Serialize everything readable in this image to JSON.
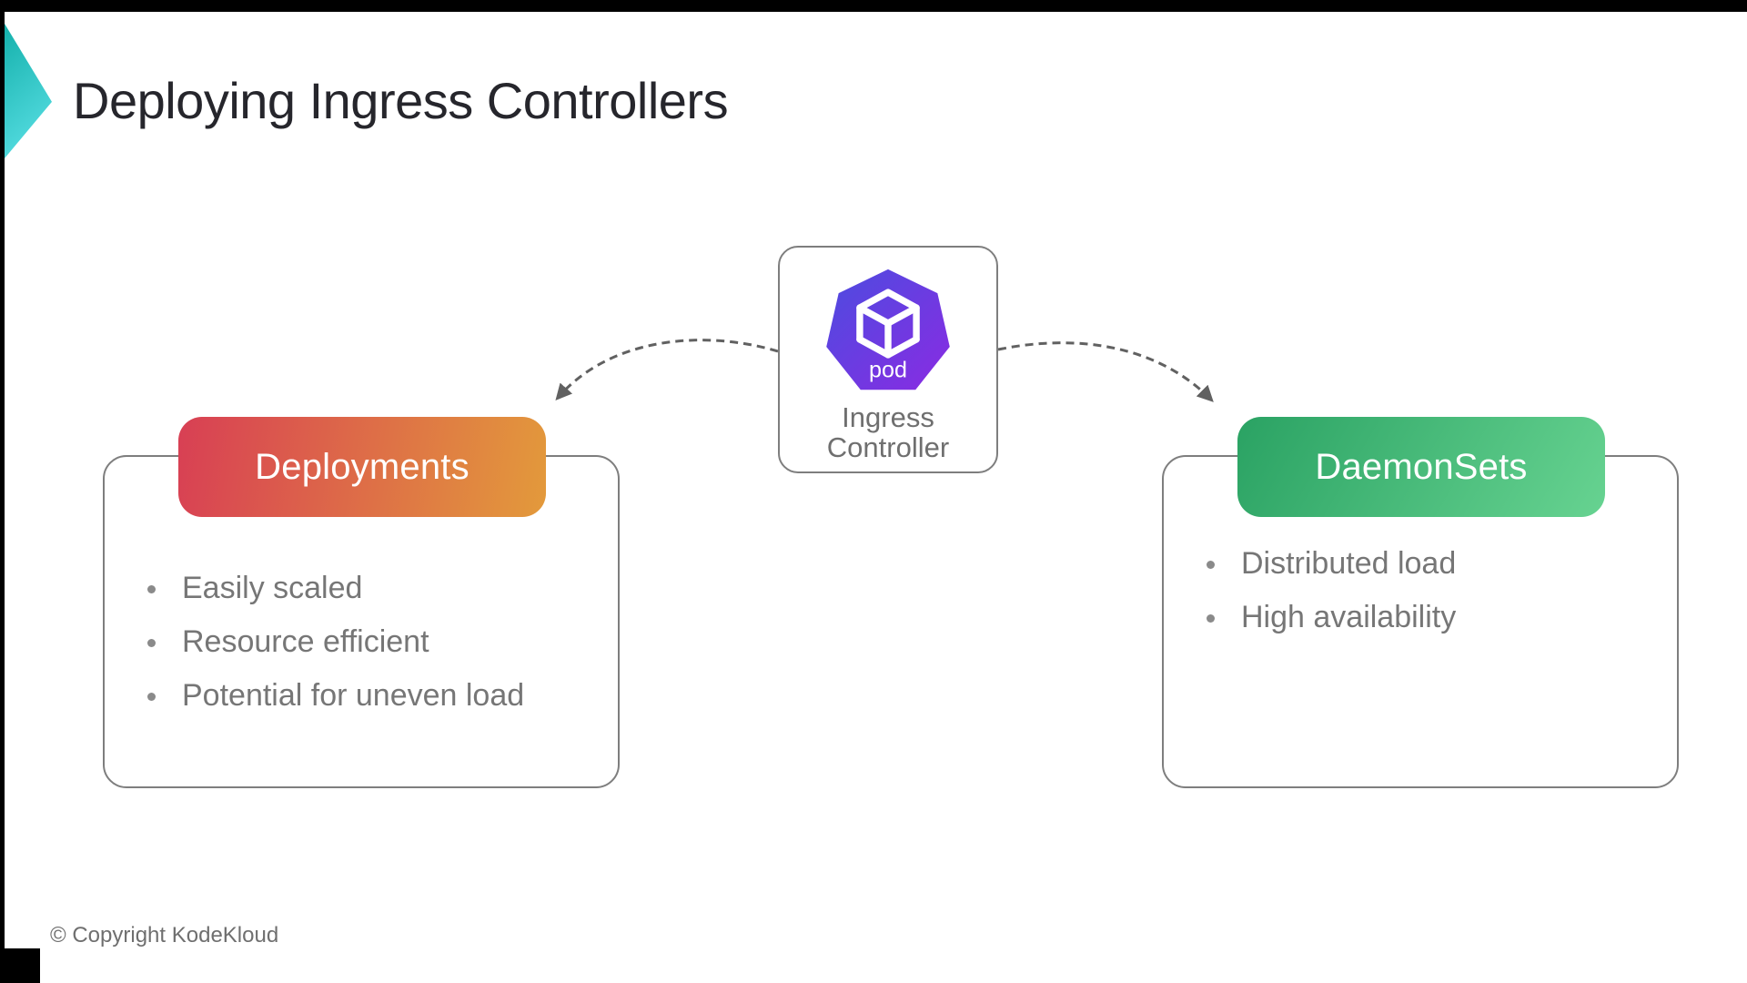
{
  "slide": {
    "title": "Deploying Ingress Controllers",
    "copyright": "© Copyright KodeKloud"
  },
  "center_node": {
    "icon": "kubernetes-pod-icon",
    "icon_label": "pod",
    "label_line1": "Ingress",
    "label_line2": "Controller"
  },
  "left_card": {
    "header": "Deployments",
    "bullets": [
      "Easily scaled",
      "Resource efficient",
      "Potential for uneven load"
    ]
  },
  "right_card": {
    "header": "DaemonSets",
    "bullets": [
      "Distributed load",
      "High availability"
    ]
  },
  "colors": {
    "accent_teal_start": "#14b0ab",
    "accent_teal_end": "#5fe3e9",
    "title_text": "#26262c",
    "body_text": "#767676",
    "header_text": "#ffffff",
    "card_border": "#7e7e7e",
    "arrow": "#616161",
    "letterbox": "#000000",
    "deployments_gradient_start": "#d83f54",
    "deployments_gradient_end": "#e39a3b",
    "daemonsets_gradient_start": "#2aa263",
    "daemonsets_gradient_end": "#67d391",
    "pod_gradient_start": "#4c4ce0",
    "pod_gradient_end": "#8a2be2"
  }
}
